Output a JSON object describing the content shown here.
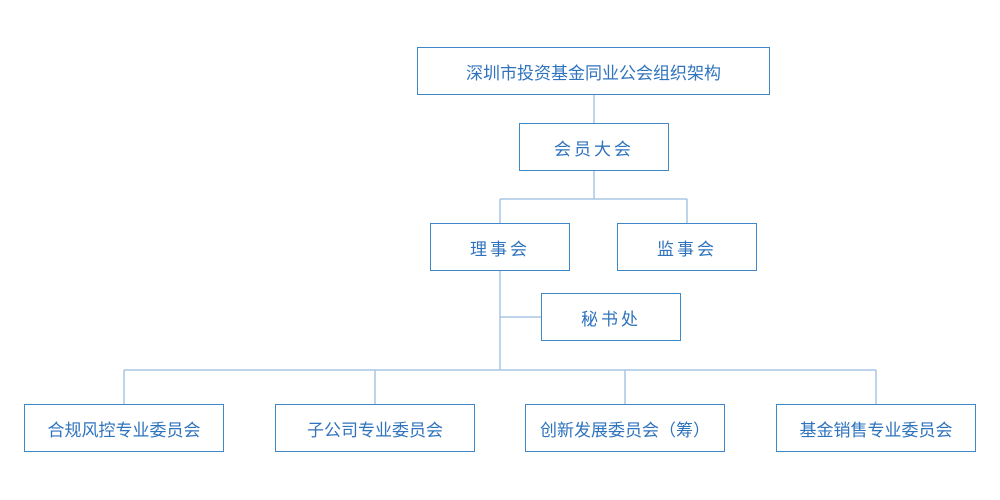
{
  "org_chart": {
    "title": "深圳市投资基金同业公会组织架构",
    "general_assembly": "会员大会",
    "board_of_directors": "理事会",
    "board_of_supervisors": "监事会",
    "secretariat": "秘书处",
    "committees": [
      "合规风控专业委员会",
      "子公司专业委员会",
      "创新发展委员会（筹）",
      "基金销售专业委员会"
    ]
  },
  "colors": {
    "box_border": "#3e87c9",
    "text": "#2f73bd",
    "connector": "#a9c6e3"
  }
}
